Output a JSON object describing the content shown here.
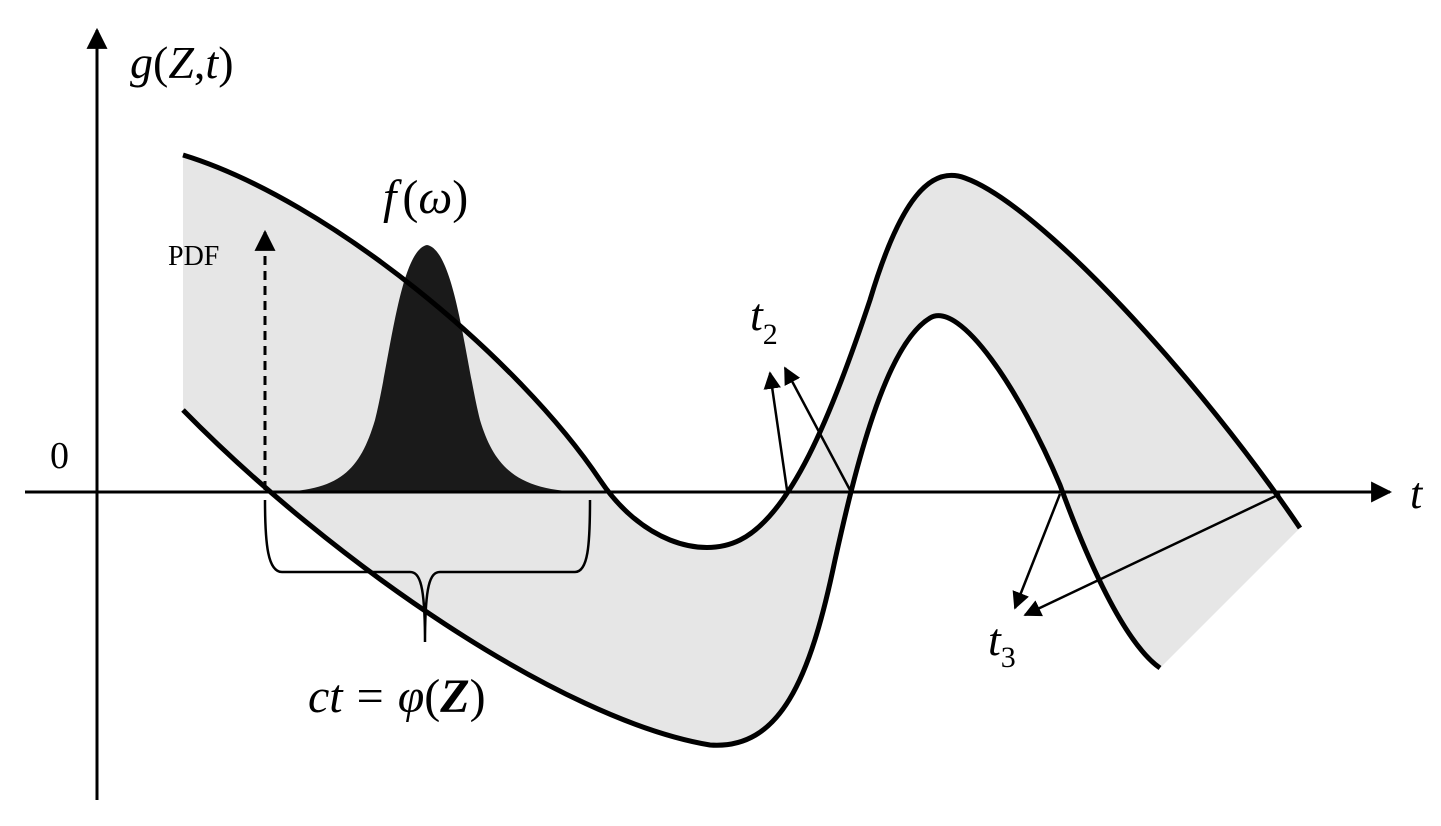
{
  "y_axis_label": {
    "func": "g",
    "open": "(",
    "arg1": "Z",
    "comma": ",",
    "arg2": "t",
    "close": ")"
  },
  "x_axis_label": "t",
  "origin_label": "0",
  "pdf_label": "PDF",
  "f_label": {
    "func": "f",
    "open": "(",
    "arg": "ω",
    "close": ")"
  },
  "t2_label": {
    "base": "t",
    "sub": "2"
  },
  "t3_label": {
    "base": "t",
    "sub": "3"
  },
  "ct_label": {
    "lhs": "ct",
    "eq": "=",
    "phi": "φ",
    "open": "(",
    "arg": "Z",
    "close": ")"
  },
  "colors": {
    "band_fill": "#e6e6e6",
    "pdf_fill": "#1a1a1a",
    "stroke": "#000000"
  }
}
